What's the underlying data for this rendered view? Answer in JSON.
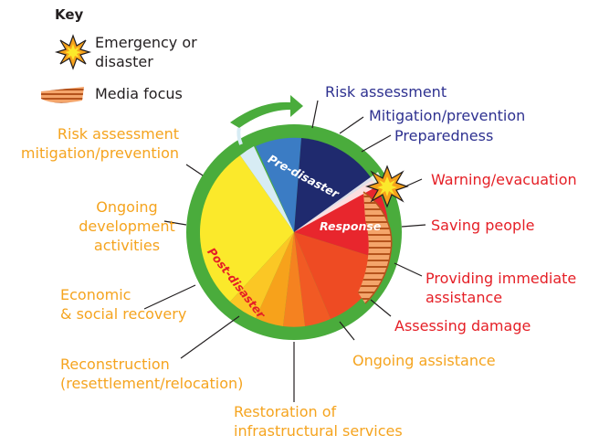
{
  "key": {
    "title": "Key",
    "emergency_label_line1": "Emergency or",
    "emergency_label_line2": "disaster",
    "media_label": "Media focus",
    "emergency_icon": "starburst-icon",
    "media_icon": "striped-wedge-icon"
  },
  "phases": {
    "pre": "Pre-disaster",
    "response": "Response",
    "post": "Post-disaster"
  },
  "labels": {
    "risk_assessment": "Risk assessment",
    "mitigation_prevention": "Mitigation/prevention",
    "preparedness": "Preparedness",
    "warning_evacuation": "Warning/evacuation",
    "saving_people": "Saving people",
    "providing_line1": "Providing immediate",
    "providing_line2": "assistance",
    "assessing_damage": "Assessing damage",
    "ongoing_assistance": "Ongoing assistance",
    "restoration_line1": "Restoration of",
    "restoration_line2": "infrastructural services",
    "reconstruction_line1": "Reconstruction",
    "reconstruction_line2": "(resettlement/relocation)",
    "economic_line1": "Economic",
    "economic_line2": "& social recovery",
    "ongoing_dev_line1": "Ongoing",
    "ongoing_dev_line2": "development",
    "ongoing_dev_line3": "activities",
    "risk_mitigation_line1": "Risk assessment",
    "risk_mitigation_line2": "mitigation/prevention"
  },
  "colors": {
    "ring": "#4aac3c",
    "pre_light_blue": "#3b7cc4",
    "pre_navy": "#1f2a6e",
    "response_red": "#e8262d",
    "response_orange_red": "#ee4b23",
    "post_orange": "#f58220",
    "post_light_orange": "#f7a21b",
    "post_yellow": "#fbe92b",
    "label_orange": "#f5a41f",
    "label_red": "#e51f26",
    "label_navy": "#2e3190",
    "media_fill": "#f4a56b",
    "media_stripe": "#b5531c",
    "arrow_green": "#4aac3c"
  }
}
